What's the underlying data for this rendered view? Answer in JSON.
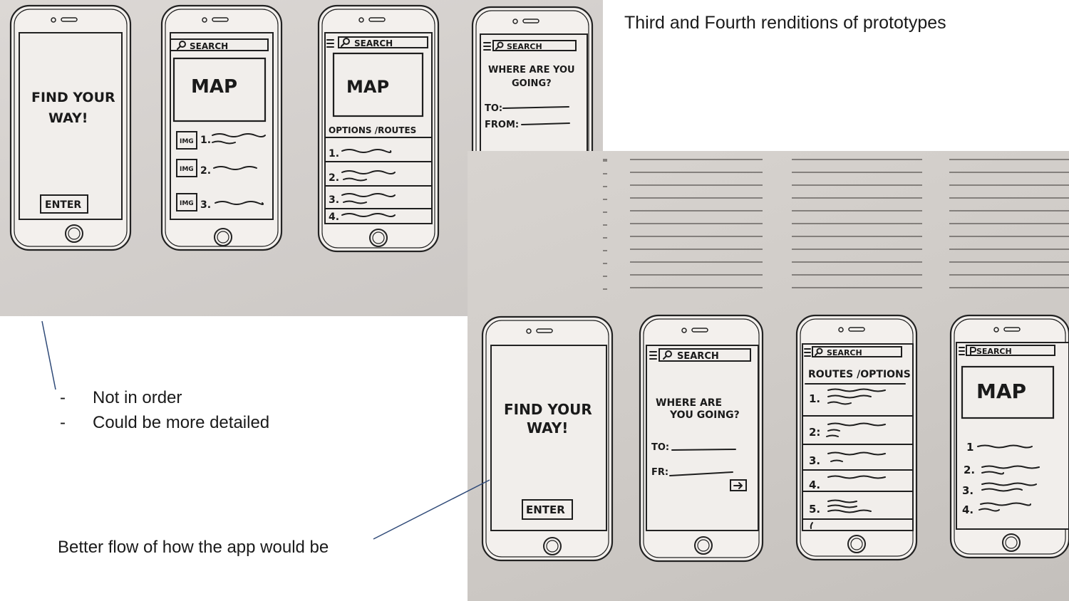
{
  "slide": {
    "title": "Third and Fourth renditions of prototypes",
    "notes": [
      "Not in order",
      "Could be more detailed"
    ],
    "note_marker": "-",
    "flow_note": "Better flow of how the app would be"
  },
  "colors": {
    "ink": "#1e1e1e",
    "paper": "#d4d0cd",
    "annotation_line": "#2f4a78"
  },
  "third_rendition": {
    "screens": [
      {
        "title_line1": "FIND YOUR",
        "title_line2": "WAY!",
        "button": "ENTER"
      },
      {
        "search": "SEARCH",
        "map": "MAP",
        "img_label": "IMG",
        "items": [
          "1.",
          "2.",
          "3."
        ]
      },
      {
        "search": "SEARCH",
        "map": "MAP",
        "section": "OPTIONS /ROUTES",
        "items": [
          "1.",
          "2.",
          "3.",
          "4."
        ]
      },
      {
        "search": "SEARCH",
        "question_line1": "WHERE ARE YOU",
        "question_line2": "GOING?",
        "to_label": "TO:",
        "from_label": "FROM:",
        "submit_icon": "arrow-return-icon"
      }
    ]
  },
  "fourth_rendition": {
    "screens": [
      {
        "title_line1": "FIND YOUR",
        "title_line2": "WAY!",
        "button": "ENTER"
      },
      {
        "search": "SEARCH",
        "question_line1": "WHERE ARE",
        "question_line2": "YOU GOING?",
        "to_label": "TO:",
        "from_label": "FR:",
        "submit_icon": "arrow-right-box-icon"
      },
      {
        "search": "SEARCH",
        "section": "ROUTES /OPTIONS",
        "items": [
          "1.",
          "2:",
          "3.",
          "4.",
          "5."
        ]
      },
      {
        "search": "SEARCH",
        "map": "MAP",
        "items": [
          "1",
          "2.",
          "3.",
          "4."
        ]
      }
    ]
  }
}
